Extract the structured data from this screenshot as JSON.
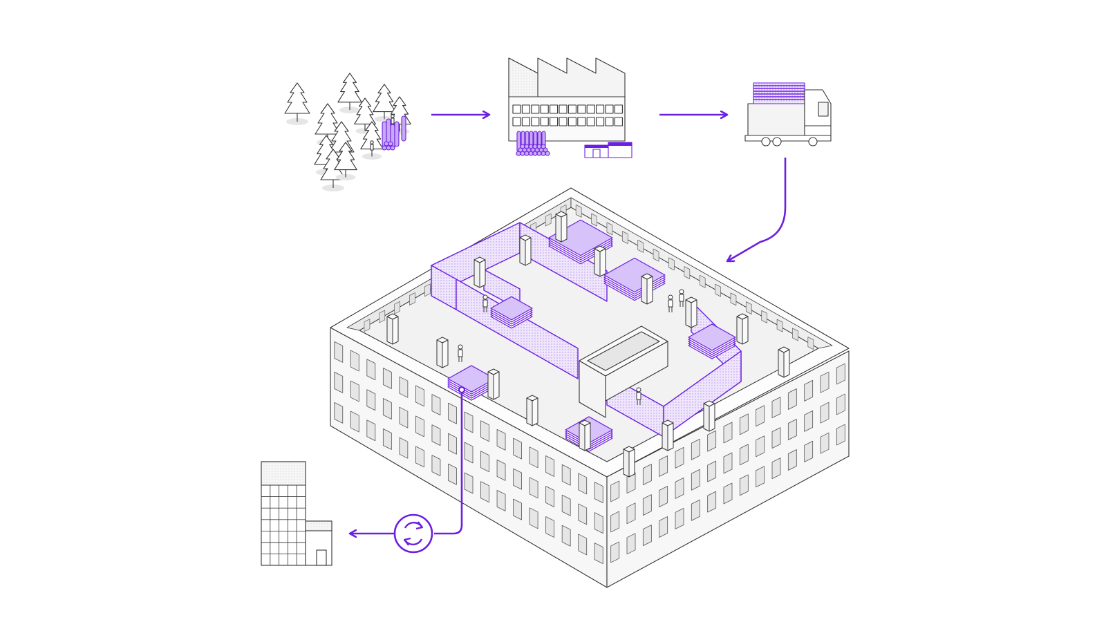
{
  "diagram": {
    "stages": [
      {
        "id": "forest",
        "icon": "forest-icon"
      },
      {
        "id": "factory",
        "icon": "factory-icon"
      },
      {
        "id": "truck",
        "icon": "truck-icon"
      },
      {
        "id": "office-floor",
        "icon": "building-floor-icon"
      },
      {
        "id": "reuse-building",
        "icon": "office-tower-icon"
      }
    ],
    "flow": [
      {
        "from": "forest",
        "to": "factory"
      },
      {
        "from": "factory",
        "to": "truck"
      },
      {
        "from": "truck",
        "to": "office-floor"
      },
      {
        "from": "office-floor",
        "to": "reuse-building",
        "via": "recycle-icon"
      }
    ],
    "colors": {
      "accent": "#6b1fe0",
      "accent_light": "#e7d9fb",
      "line": "#333333",
      "fill": "#f2f2f2",
      "window": "#dddddd"
    }
  }
}
